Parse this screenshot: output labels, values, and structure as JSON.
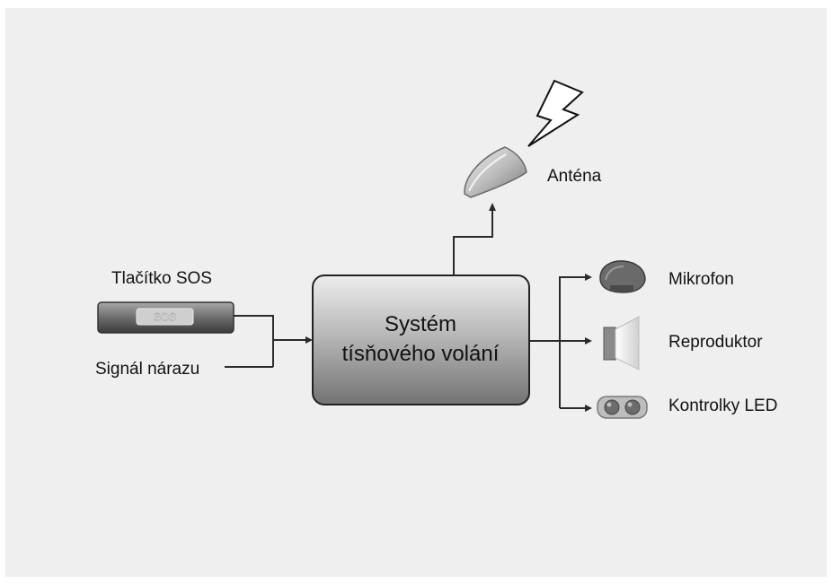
{
  "diagram": {
    "center": {
      "line1": "Systém",
      "line2": "tísňového volání"
    },
    "inputs": {
      "sos_button": "Tlačítko SOS",
      "sos_button_text": "SOS",
      "crash_signal": "Signál nárazu"
    },
    "antenna": "Anténa",
    "outputs": {
      "microphone": "Mikrofon",
      "speaker": "Reproduktor",
      "leds": "Kontrolky LED"
    }
  },
  "colors": {
    "background": "#efefef",
    "box_fill": "#8a8a8a",
    "box_border": "#222222",
    "line": "#2a2a2a"
  }
}
